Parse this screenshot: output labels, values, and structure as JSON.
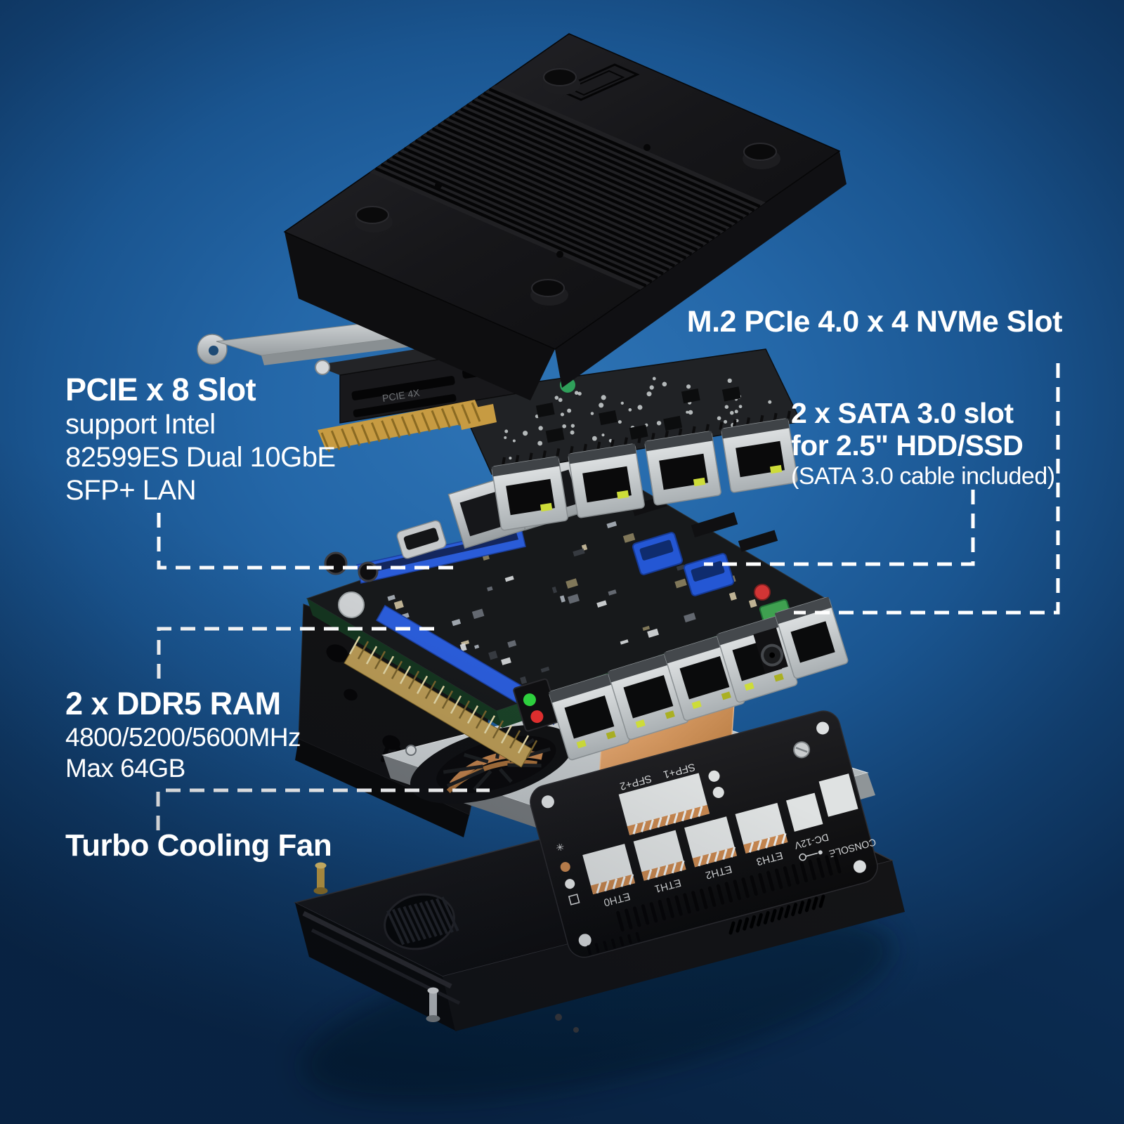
{
  "background": {
    "center_color": "#2e74b6",
    "edge_color": "#0b2c52"
  },
  "annotations": {
    "m2": {
      "title": "M.2 PCIe 4.0 x 4 NVMe Slot"
    },
    "pcie": {
      "title": "PCIE x 8 Slot",
      "line1": "support Intel",
      "line2": "82599ES Dual 10GbE",
      "line3": "SFP+ LAN"
    },
    "sata": {
      "title1": "2 x SATA 3.0 slot",
      "title2": "for 2.5\" HDD/SSD",
      "note": "(SATA 3.0 cable included)"
    },
    "ddr5": {
      "title": "2 x DDR5 RAM",
      "line1": "4800/5200/5600MHz",
      "line2": "Max 64GB"
    },
    "fan": {
      "title": "Turbo Cooling Fan"
    }
  },
  "hardware": {
    "riser_marking": "PCIE 4X",
    "panel": {
      "sfp1": "SFP+1",
      "sfp2": "SFP+2",
      "eth": [
        "ETH0",
        "ETH1",
        "ETH2",
        "ETH3"
      ],
      "dc": "DC-12V",
      "console": "CONSOLE"
    },
    "callout_color": "#ffffff",
    "accent_blue_slot": "#2a5cd8",
    "copper": "#c98850"
  }
}
